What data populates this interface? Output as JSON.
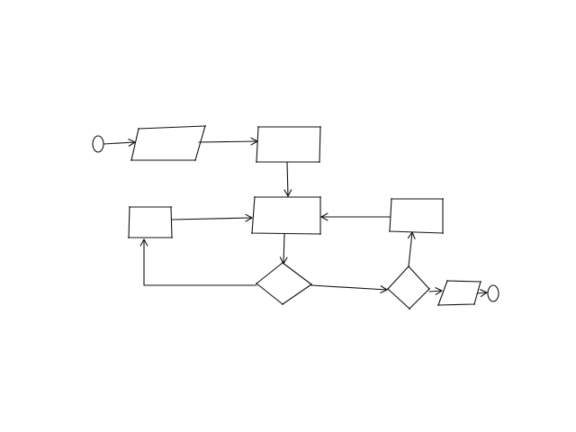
{
  "diagram": {
    "kind": "hand-drawn flowchart",
    "colors": {
      "background": "#ffffff",
      "ink": "#111111"
    },
    "nodes": [
      {
        "id": "start",
        "shape": "terminator-oval",
        "label": ""
      },
      {
        "id": "input",
        "shape": "parallelogram",
        "label": ""
      },
      {
        "id": "process-1",
        "shape": "rectangle",
        "label": ""
      },
      {
        "id": "process-main",
        "shape": "rectangle",
        "label": ""
      },
      {
        "id": "process-left",
        "shape": "rectangle",
        "label": ""
      },
      {
        "id": "process-right",
        "shape": "rectangle",
        "label": ""
      },
      {
        "id": "decision-1",
        "shape": "diamond",
        "label": ""
      },
      {
        "id": "decision-2",
        "shape": "diamond",
        "label": ""
      },
      {
        "id": "output",
        "shape": "parallelogram",
        "label": ""
      },
      {
        "id": "end",
        "shape": "terminator-oval",
        "label": ""
      }
    ],
    "edges": [
      {
        "from": "start",
        "to": "input",
        "arrow": true
      },
      {
        "from": "input",
        "to": "process-1",
        "arrow": true
      },
      {
        "from": "process-1",
        "to": "process-main",
        "arrow": true
      },
      {
        "from": "process-left",
        "to": "process-main",
        "arrow": true
      },
      {
        "from": "process-right",
        "to": "process-main",
        "arrow": true
      },
      {
        "from": "process-main",
        "to": "decision-1",
        "arrow": true
      },
      {
        "from": "decision-1",
        "to": "process-left",
        "arrow": true
      },
      {
        "from": "decision-1",
        "to": "decision-2",
        "arrow": true
      },
      {
        "from": "decision-2",
        "to": "process-right",
        "arrow": true
      },
      {
        "from": "decision-2",
        "to": "output",
        "arrow": true
      },
      {
        "from": "output",
        "to": "end",
        "arrow": true
      }
    ]
  }
}
